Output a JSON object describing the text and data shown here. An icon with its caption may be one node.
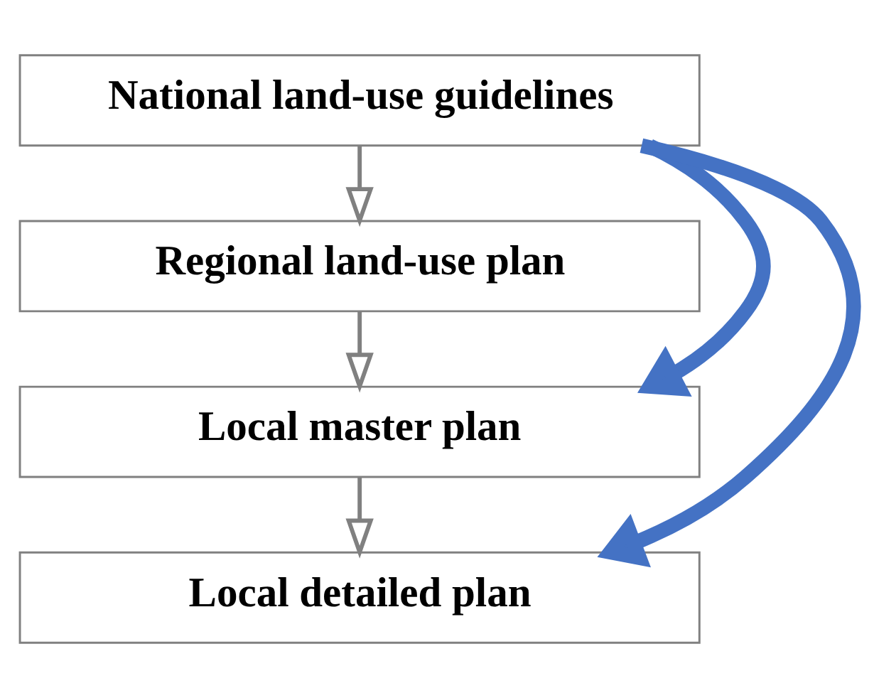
{
  "diagram": {
    "nodes": [
      {
        "text": [
          "National land-use guidelines"
        ]
      },
      {
        "text": [
          "Regional land-use plan"
        ]
      },
      {
        "text": [
          "Local master plan"
        ]
      },
      {
        "text": [
          "Local detailed plan"
        ]
      }
    ],
    "edges": [
      {
        "from": 0,
        "to": 1,
        "arrow": "to"
      },
      {
        "from": 1,
        "to": 2,
        "arrow": "to"
      },
      {
        "from": 2,
        "to": 3,
        "arrow": "to"
      },
      {
        "from": 0,
        "to": 2,
        "arrow": "to",
        "style": "thick",
        "color": "#4472c4"
      },
      {
        "from": 0,
        "to": 3,
        "arrow": "to",
        "style": "thick",
        "color": "#4472c4"
      }
    ]
  }
}
